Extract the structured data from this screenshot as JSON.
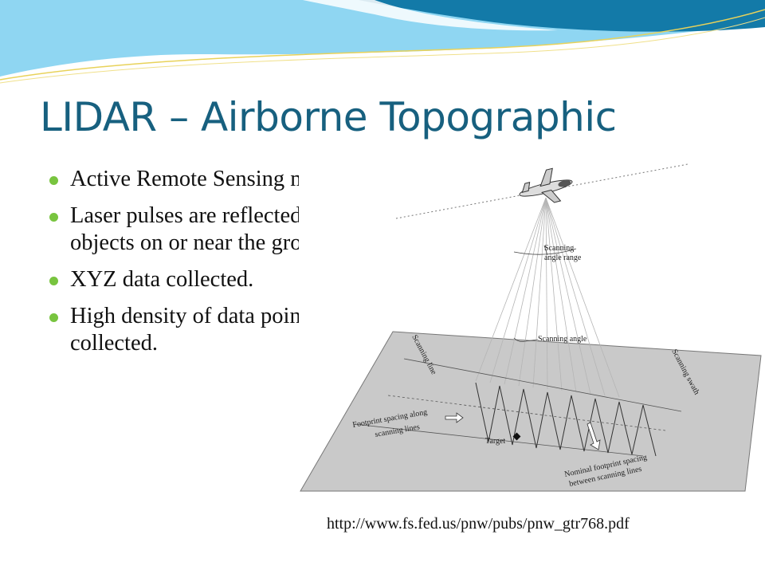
{
  "slide": {
    "title": "LIDAR – Airborne Topographic",
    "bullets": [
      "Active Remote Sensing method.",
      "Laser pulses are reflected from objects on or near the ground.",
      "XYZ data collected.",
      "High density of data points collected."
    ],
    "source_url": "http://www.fs.fed.us/pnw/pubs/pnw_gtr768.pdf"
  },
  "diagram": {
    "labels": {
      "scanning_angle_range_line1": "Scanning",
      "scanning_angle_range_line2": "angle range",
      "scanning_angle": "Scanning angle",
      "scanning_line": "Scanning line",
      "scanning_swath": "Scanning swath",
      "footprint_spacing_line1": "Footprint spacing along",
      "footprint_spacing_line2": "scanning lines",
      "target": "Target",
      "nominal_spacing_line1": "Nominal footprint spacing",
      "nominal_spacing_line2": "between scanning lines"
    }
  },
  "colors": {
    "title": "#17607f",
    "bullet": "#78c43f",
    "header_light_blue": "#8fd6f2",
    "header_dark_blue": "#137aa8",
    "header_stripe": "#e8d25a",
    "ground_plane": "#c9c9c9"
  }
}
